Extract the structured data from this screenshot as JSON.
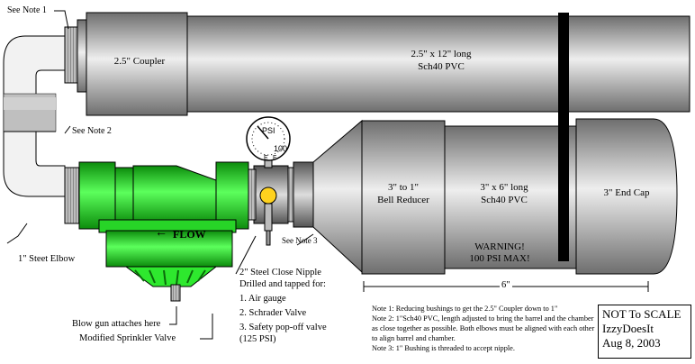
{
  "labels": {
    "see_note1": "See Note 1",
    "see_note2": "See Note 2",
    "see_note3": "See Note 3",
    "coupler": "2.5\" Coupler",
    "barrel_line1": "2.5\" x 12\" long",
    "barrel_line2": "Sch40 PVC",
    "reducer_line1": "3\" to 1\"",
    "reducer_line2": "Bell Reducer",
    "chamber_line1": "3\" x 6\" long",
    "chamber_line2": "Sch40 PVC",
    "endcap": "3\" End Cap",
    "warning_line1": "WARNING!",
    "warning_line2": "100 PSI MAX!",
    "flow": "FLOW",
    "flow_arrow": "←",
    "gauge_unit": "PSI",
    "gauge_value": "100",
    "gauge_e": "E",
    "gauge_f": "F",
    "elbow": "1\" Steet Elbow",
    "blowgun": "Blow gun attaches here",
    "sprinkler": "Modified Sprinkler Valve",
    "dimension": "6\""
  },
  "nipple": {
    "title_line1": "2\" Steel Close Nipple",
    "title_line2": "Drilled and tapped for:",
    "items": [
      "1.  Air gauge",
      "2.  Schrader Valve",
      "3.  Safety pop-off valve",
      "     (125 PSI)"
    ]
  },
  "notes": [
    "Note 1: Reducing bushings to get the 2.5\" Coupler down to 1\"",
    "Note 2: 1\"Sch40 PVC, length adjusted to bring the barrel and the chamber as close together as possible. Both elbows must be aligned with each other to align barrel and chamber.",
    "Note 3: 1\" Bushing is threaded to accept nipple."
  ],
  "stamp": {
    "line1": "NOT To SCALE",
    "line2": "IzzyDoesIt",
    "line3": "Aug 8, 2003"
  },
  "colors": {
    "pvc_light": "#e6e6e6",
    "pvc_dark": "#7a7a7a",
    "steel_green": "#33ff33",
    "steel_green_dark": "#0a8a0a",
    "strap": "#000000"
  }
}
